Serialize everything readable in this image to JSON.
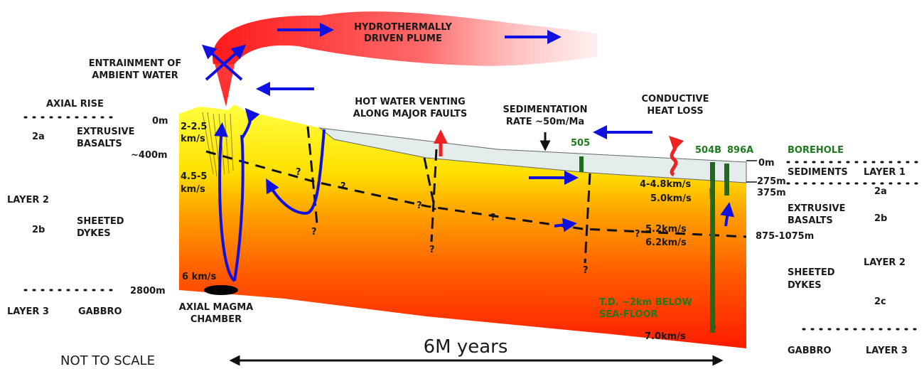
{
  "labels": {
    "entrainment_1": "ENTRAINMENT OF",
    "entrainment_2": "AMBIENT WATER",
    "plume_1": "HYDROTHERMALLY",
    "plume_2": "DRIVEN PLUME",
    "axial_rise": "AXIAL RISE",
    "depth_0m_left": "0m",
    "layer_2a_left": "2a",
    "extrusive_1_left": "EXTRUSIVE",
    "extrusive_2_left": "BASALTS",
    "depth_400m": "~400m",
    "vel_2_2_5_a": "2-2.5",
    "vel_2_2_5_b": "km/s",
    "vel_4_5_a": "4.5-5",
    "vel_4_5_b": "km/s",
    "layer2_left": "LAYER 2",
    "layer_2b_left": "2b",
    "sheeted_1_left": "SHEETED",
    "sheeted_2_left": "DYKES",
    "vel_6": "6 km/s",
    "depth_2800m": "2800m",
    "layer3_left": "LAYER 3",
    "gabbro_left": "GABBRO",
    "magma_1": "AXIAL MAGMA",
    "magma_2": "CHAMBER",
    "not_to_scale": "NOT TO SCALE",
    "time_span": "6M years",
    "venting_1": "HOT WATER VENTING",
    "venting_2": "ALONG MAJOR FAULTS",
    "sed_1": "SEDIMENTATION",
    "sed_2": "RATE ~50m/Ma",
    "cond_1": "CONDUCTIVE",
    "cond_2": "HEAT LOSS",
    "hole_505": "505",
    "hole_504b": "504B",
    "hole_896a": "896A",
    "borehole": "BOREHOLE",
    "depth_0m_right": "0m",
    "sediments": "SEDIMENTS",
    "layer1": "LAYER 1",
    "depth_275m": "275m",
    "depth_375m": "375m",
    "vel_4_4_8": "4-4.8km/s",
    "vel_5_0": "5.0km/s",
    "layer_2a_right": "2a",
    "extrusive_1_right": "EXTRUSIVE",
    "extrusive_2_right": "BASALTS",
    "layer_2b_right": "2b",
    "vel_5_2": "5.2km/s",
    "vel_6_2": "6.2km/s",
    "depth_875": "875-1075m",
    "sheeted_1_right": "SHEETED",
    "sheeted_2_right": "DYKES",
    "layer2_right": "LAYER 2",
    "layer_2c_right": "2c",
    "td_1": "T.D. ~2km BELOW",
    "td_2": "SEA-FLOOR",
    "vel_7": "7.0km/s",
    "gabbro_right": "GABBRO",
    "layer3_right": "LAYER 3",
    "q": "?"
  },
  "colors": {
    "flow_arrow": "#1010e0",
    "heat_arrow": "#ee2222",
    "borehole": "#1f6a1f",
    "sediment": "#e4ecec",
    "upper_crust": "#ffff33",
    "lower_crust": "#ff2a00"
  }
}
